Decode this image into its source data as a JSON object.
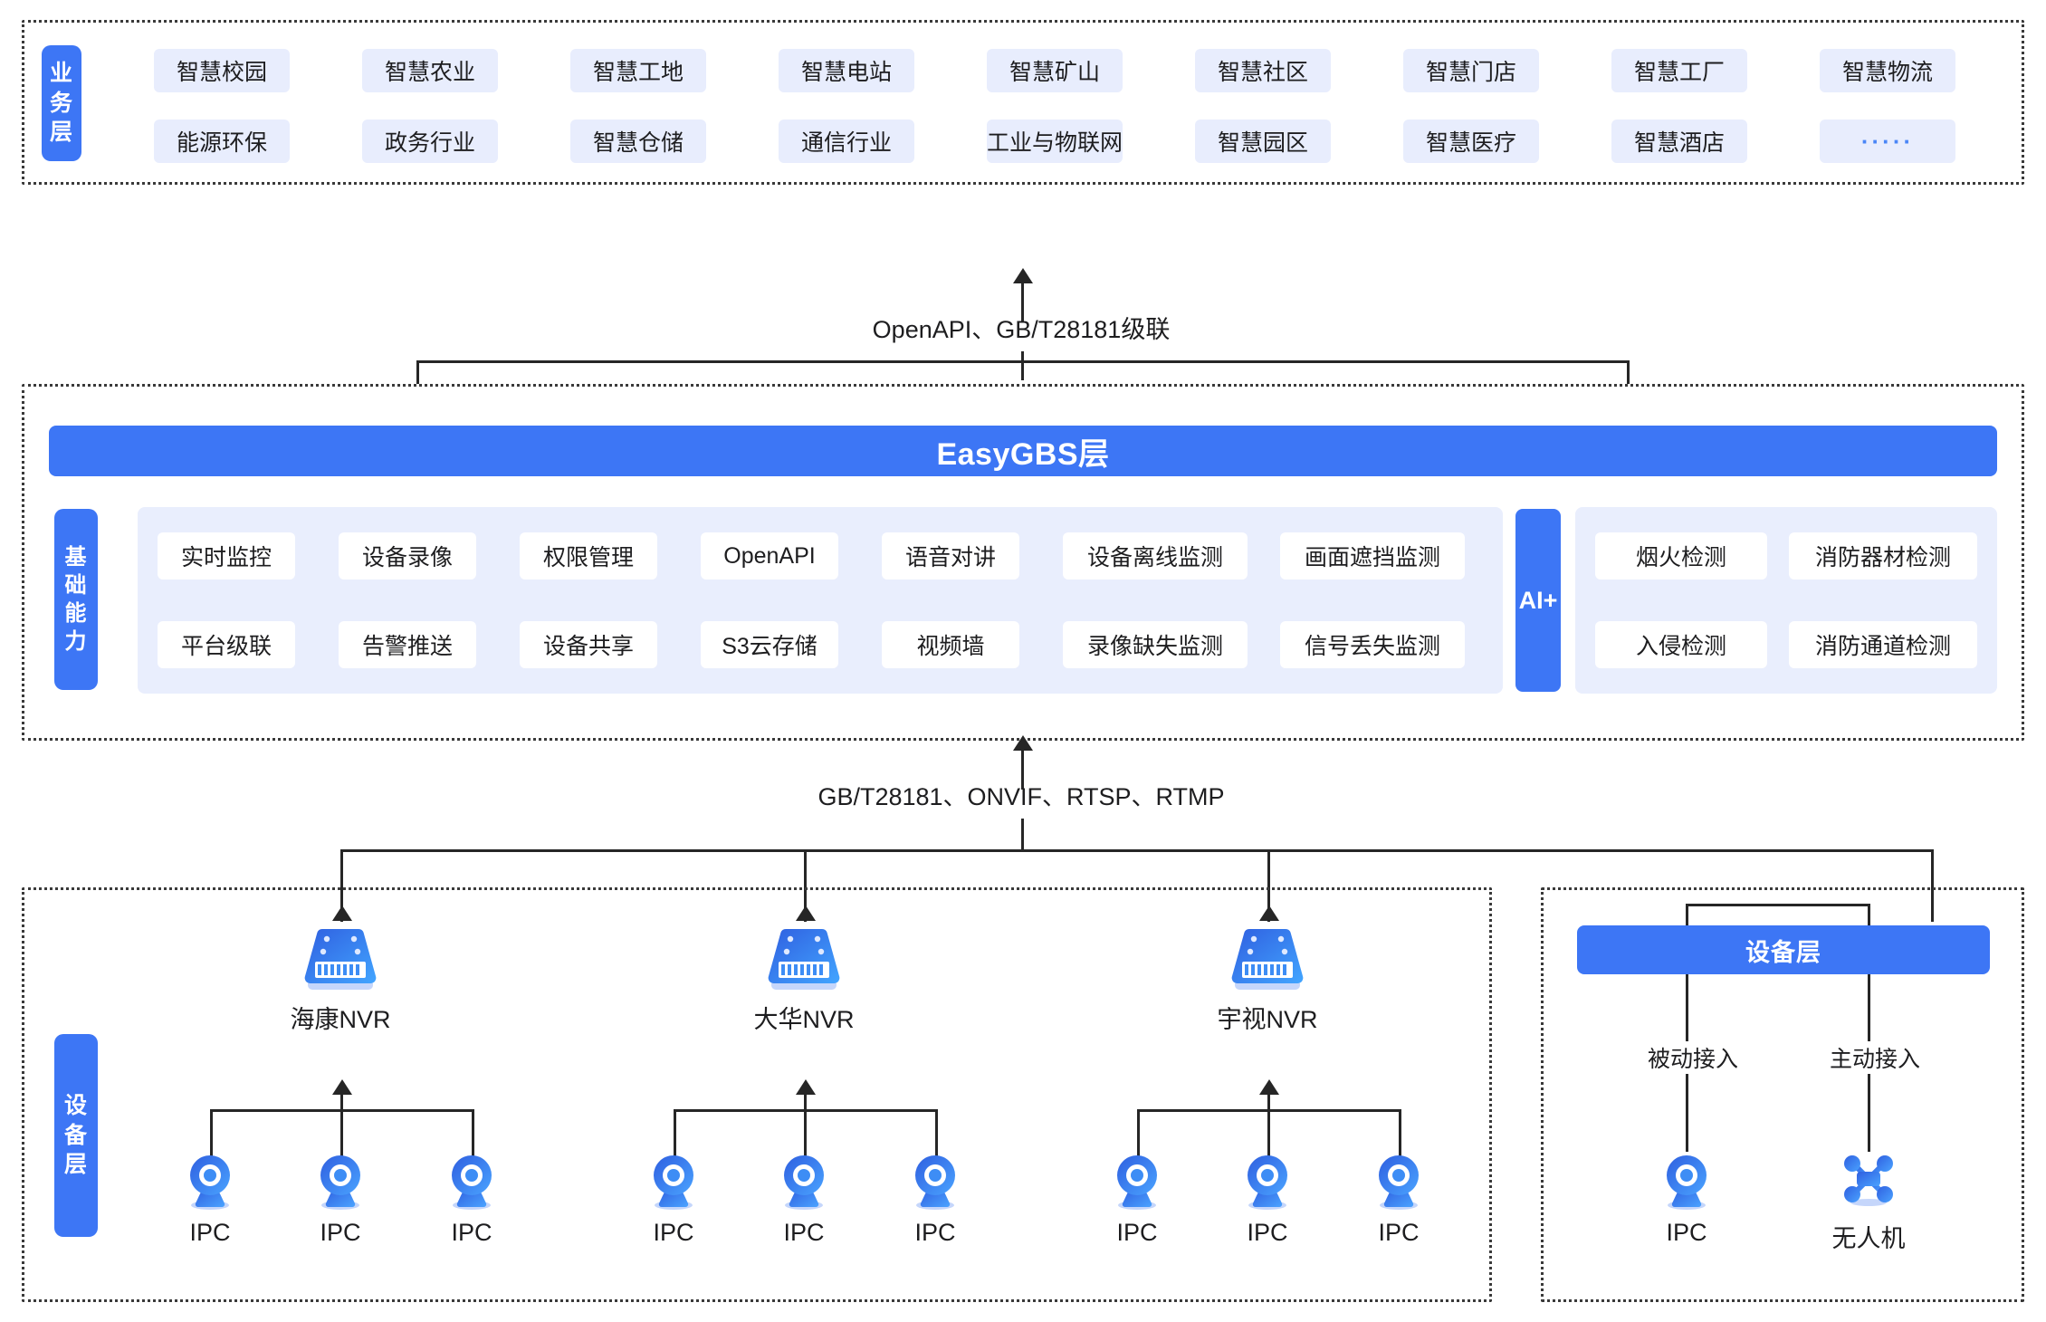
{
  "business_layer": {
    "label_chars": [
      "业",
      "务",
      "层"
    ],
    "row1": [
      "智慧校园",
      "智慧农业",
      "智慧工地",
      "智慧电站",
      "智慧矿山",
      "智慧社区",
      "智慧门店",
      "智慧工厂",
      "智慧物流"
    ],
    "row2": [
      "能源环保",
      "政务行业",
      "智慧仓储",
      "通信行业",
      "工业与物联网",
      "智慧园区",
      "智慧医疗",
      "智慧酒店",
      "·····"
    ]
  },
  "connectors": {
    "top": "OpenAPI、GB/T28181级联",
    "bottom": "GB/T28181、ONVIF、RTSP、RTMP"
  },
  "platform_layer": {
    "title": "EasyGBS层",
    "label_chars": [
      "基",
      "础",
      "能",
      "力"
    ],
    "capabilities_row1": [
      "实时监控",
      "设备录像",
      "权限管理",
      "OpenAPI",
      "语音对讲",
      "设备离线监测",
      "画面遮挡监测"
    ],
    "capabilities_row2": [
      "平台级联",
      "告警推送",
      "设备共享",
      "S3云存储",
      "视频墙",
      "录像缺失监测",
      "信号丢失监测"
    ],
    "ai": {
      "label": "AI+",
      "row1": [
        "烟火检测",
        "消防器材检测"
      ],
      "row2": [
        "入侵检测",
        "消防通道检测"
      ]
    }
  },
  "device_layer": {
    "label_chars": [
      "设",
      "备",
      "层"
    ],
    "nvr_groups": [
      {
        "name": "海康NVR",
        "icon": "nvr-icon",
        "children": [
          "IPC",
          "IPC",
          "IPC"
        ]
      },
      {
        "name": "大华NVR",
        "icon": "nvr-icon",
        "children": [
          "IPC",
          "IPC",
          "IPC"
        ]
      },
      {
        "name": "宇视NVR",
        "icon": "nvr-icon",
        "children": [
          "IPC",
          "IPC",
          "IPC"
        ]
      }
    ],
    "right_panel": {
      "title": "设备层",
      "branches": [
        {
          "label": "被动接入",
          "device": "IPC",
          "icon": "ipc-camera-icon"
        },
        {
          "label": "主动接入",
          "device": "无人机",
          "icon": "drone-icon"
        }
      ]
    }
  },
  "colors": {
    "brand_blue": "#3d76f5",
    "chip_lavender": "#e8edfd",
    "panel_lavender": "#e9eefd",
    "line": "#262626",
    "text": "#1d1d1f"
  }
}
